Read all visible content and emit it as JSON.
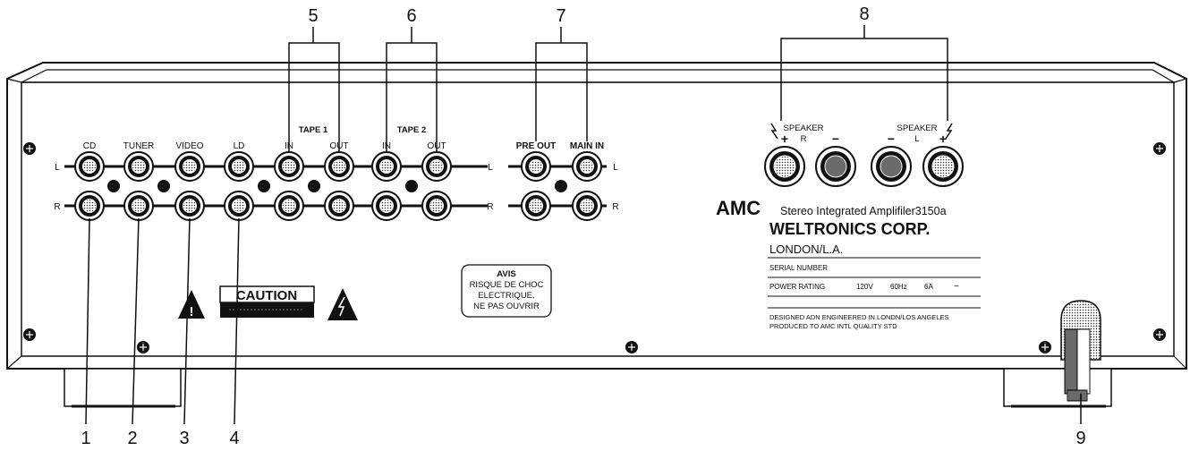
{
  "callouts": {
    "c1": "1",
    "c2": "2",
    "c3": "3",
    "c4": "4",
    "c5": "5",
    "c6": "6",
    "c7": "7",
    "c8": "8",
    "c9": "9"
  },
  "jacks": {
    "cd": "CD",
    "tuner": "TUNER",
    "video": "VIDEO",
    "ld": "LD",
    "tape1": "TAPE 1",
    "tape1_in": "IN",
    "tape1_out": "OUT",
    "tape2": "TAPE 2",
    "tape2_in": "IN",
    "tape2_out": "OUT",
    "pre_out": "PRE OUT",
    "main_in": "MAIN IN",
    "left": "L",
    "right": "R"
  },
  "speakers": {
    "label_r": "SPEAKER",
    "r": "R",
    "label_l": "SPEAKER",
    "l": "L",
    "plus": "+",
    "minus": "−"
  },
  "caution": {
    "title": "CAUTION",
    "avis": [
      "AVIS",
      "RISQUE DE CHOC",
      "ELECTRIQUE.",
      "NE PAS OUVRIR"
    ]
  },
  "brand": {
    "logo": "AMC",
    "model": "Stereo Integrated Amplifiler3150a",
    "company": "WELTRONICS CORP.",
    "city": "LONDON/L.A.",
    "serial": "SERIAL NUMBER",
    "power": "POWER RATING",
    "volt": "120V",
    "freq": "60Hz",
    "amp": "6A",
    "ac": "~",
    "design1": "DESIGNED ADN ENGINEERED IN LONDN/LOS ANGELES",
    "design2": "PRODUCED TO AMC INTL QUALITY STD"
  }
}
